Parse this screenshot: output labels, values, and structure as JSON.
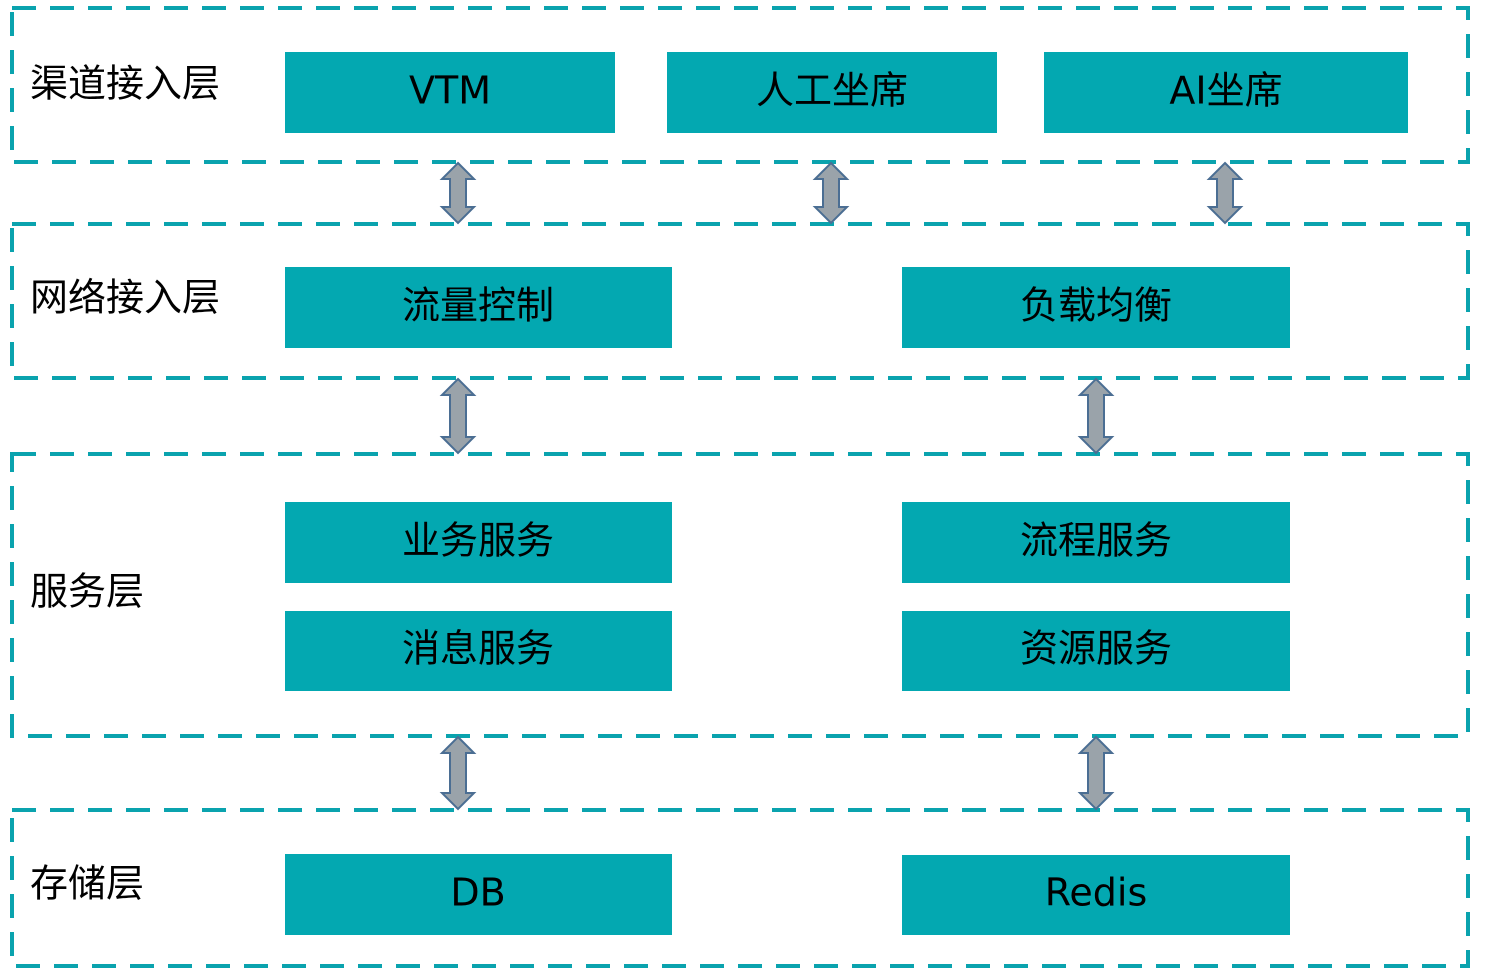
{
  "colors": {
    "frame": "#0aa3ae",
    "box": "#03a8b1",
    "text": "#000000",
    "arrow_fill": "#9aa3aa",
    "arrow_stroke": "#4b6e93"
  },
  "layers": [
    {
      "label": "渠道接入层",
      "components": [
        "VTM",
        "人工坐席",
        "AI坐席"
      ]
    },
    {
      "label": "网络接入层",
      "components": [
        "流量控制",
        "负载均衡"
      ]
    },
    {
      "label": "服务层",
      "components": [
        "业务服务",
        "流程服务",
        "消息服务",
        "资源服务"
      ]
    },
    {
      "label": "存储层",
      "components": [
        "DB",
        "Redis"
      ]
    }
  ],
  "connectors": {
    "type": "bidirectional-arrow",
    "icon": "double-headed-arrow-icon"
  }
}
